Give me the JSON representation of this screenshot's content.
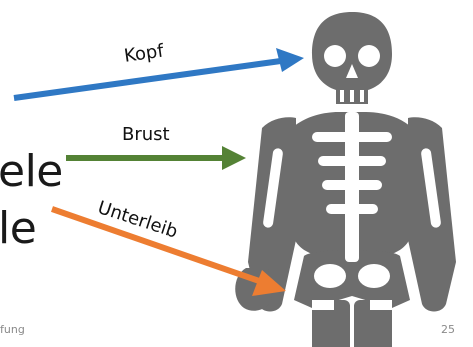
{
  "slide": {
    "text_line_1": "ele",
    "text_line_2": "le",
    "footer_left": "fung",
    "page_number": "25"
  },
  "arrows": [
    {
      "label": "Kopf",
      "color": "#2f78c4"
    },
    {
      "label": "Brust",
      "color": "#548235"
    },
    {
      "label": "Unterleib",
      "color": "#ed7d31"
    }
  ],
  "colors": {
    "skeleton": "#6d6d6d",
    "background": "#ffffff"
  },
  "icons": [
    "skeleton-icon"
  ]
}
